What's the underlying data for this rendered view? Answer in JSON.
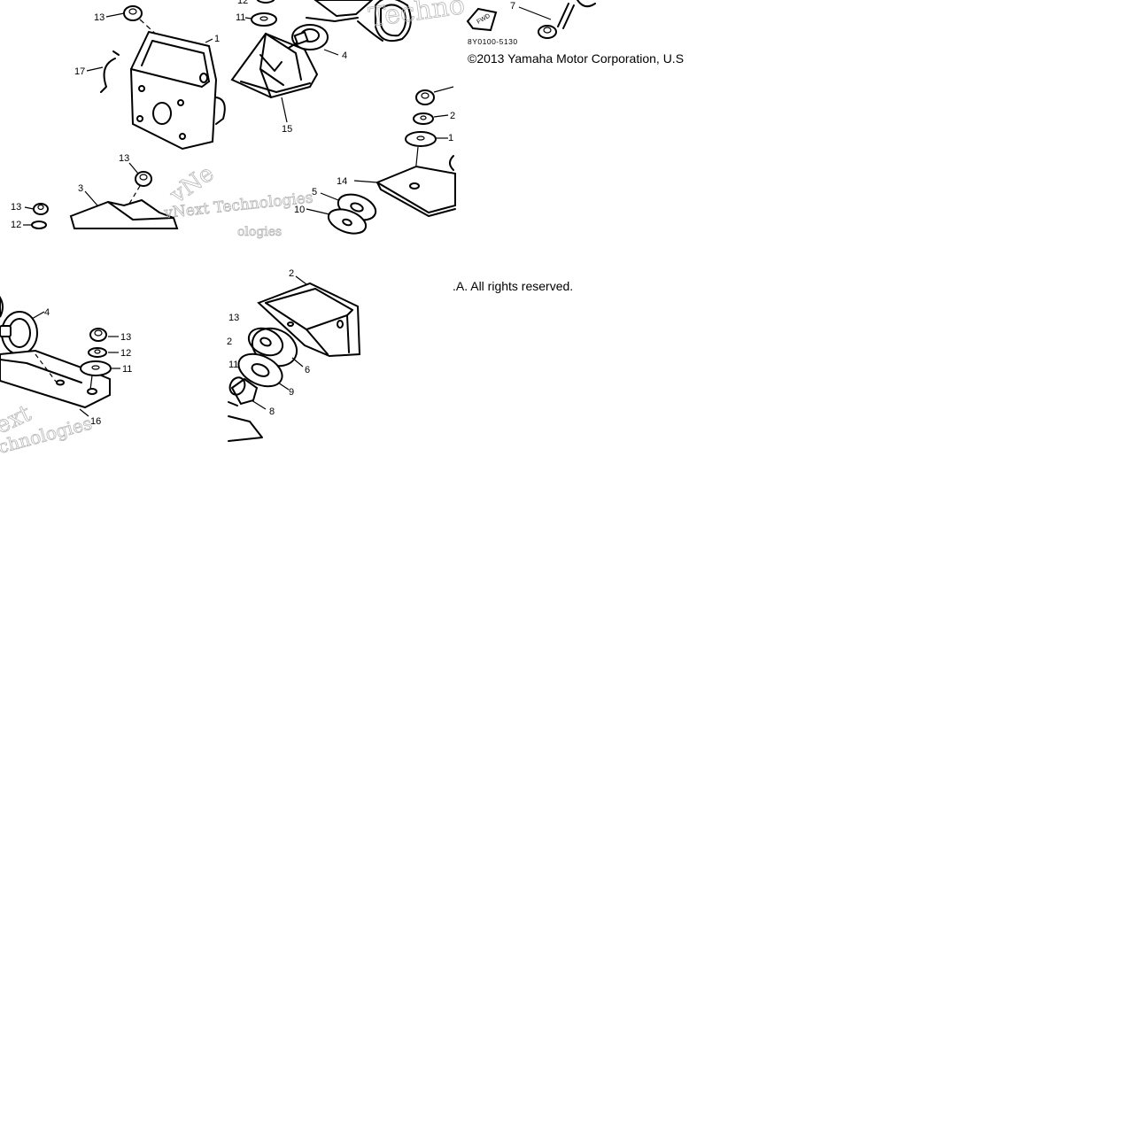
{
  "diagram_code": "8Y0100-5130",
  "copyright_top": "©2013 Yamaha Motor Corporation, U.S",
  "copyright_bottom": ".A. All rights reserved.",
  "fwd_label": "FWD",
  "watermarks": [
    "vNext Technologies",
    "Techno",
    "vNe",
    "ologies",
    "ext",
    "chnologies"
  ],
  "callouts": {
    "c1": "1",
    "c2": "2",
    "c3": "3",
    "c4a": "4",
    "c4b": "4",
    "c5": "5",
    "c6": "6",
    "c7": "7",
    "c8": "8",
    "c9": "9",
    "c10": "10",
    "c11a": "11",
    "c11b": "11",
    "c11c": "11",
    "c11d": "1",
    "c12a": "12",
    "c12b": "12",
    "c12c": "12",
    "c12d": "2",
    "c13a": "13",
    "c13b": "13",
    "c13c": "13",
    "c13d": "13",
    "c13e": "13",
    "c14": "14",
    "c15": "15",
    "c16": "16",
    "c17": "17"
  }
}
